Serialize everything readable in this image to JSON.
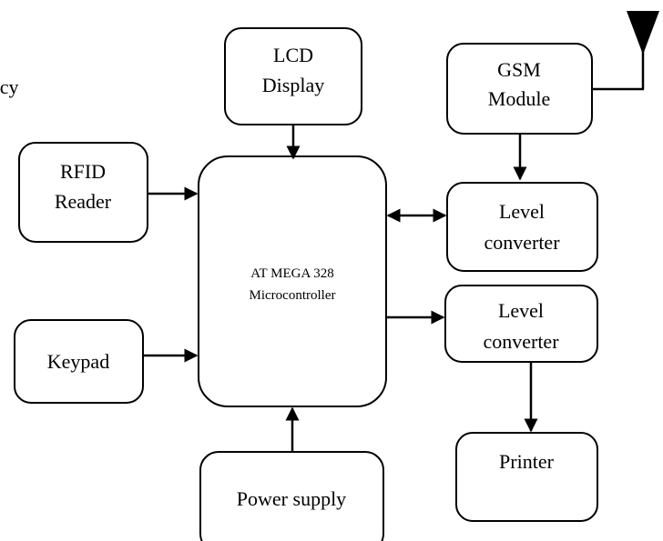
{
  "fragment_text": "acy",
  "blocks": {
    "lcd": [
      "LCD",
      "Display"
    ],
    "gsm": [
      "GSM",
      "Module"
    ],
    "rfid": [
      "RFID",
      "Reader"
    ],
    "mcu": [
      "AT MEGA 328",
      "Microcontroller"
    ],
    "level1": [
      "Level",
      "converter"
    ],
    "level2": [
      "Level",
      "converter"
    ],
    "keypad": [
      "Keypad"
    ],
    "printer": [
      "Printer"
    ],
    "power": [
      "Power supply"
    ]
  }
}
